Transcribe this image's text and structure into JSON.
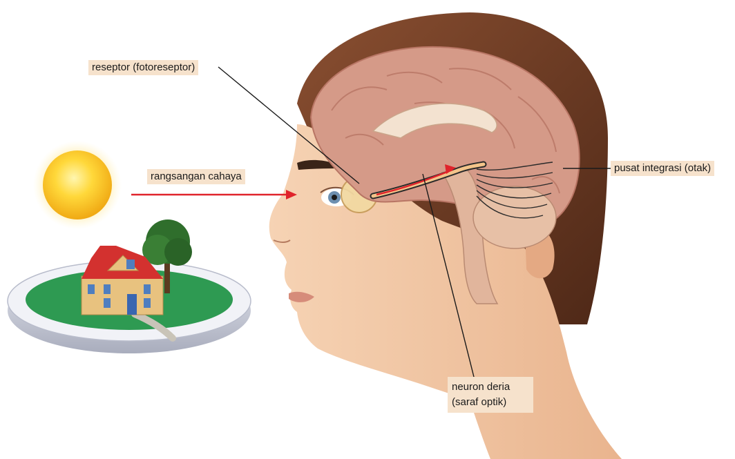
{
  "labels": {
    "receptor": "reseptor (fotoreseptor)",
    "stimulus": "rangsangan cahaya",
    "integration_center": "pusat integrasi (otak)",
    "sensory_neuron_line1": "neuron deria",
    "sensory_neuron_line2": "(saraf optik)"
  },
  "colors": {
    "label_bg": "#f6e2cc",
    "stimulus_arrow": "#e0232b",
    "leader_line": "#1a1a1a",
    "skin": "#f2c9a6",
    "hair": "#6b3a24",
    "brain": "#d59a88",
    "sun": "#f7c21c",
    "grass": "#2e9a52",
    "roof": "#d3312f"
  }
}
